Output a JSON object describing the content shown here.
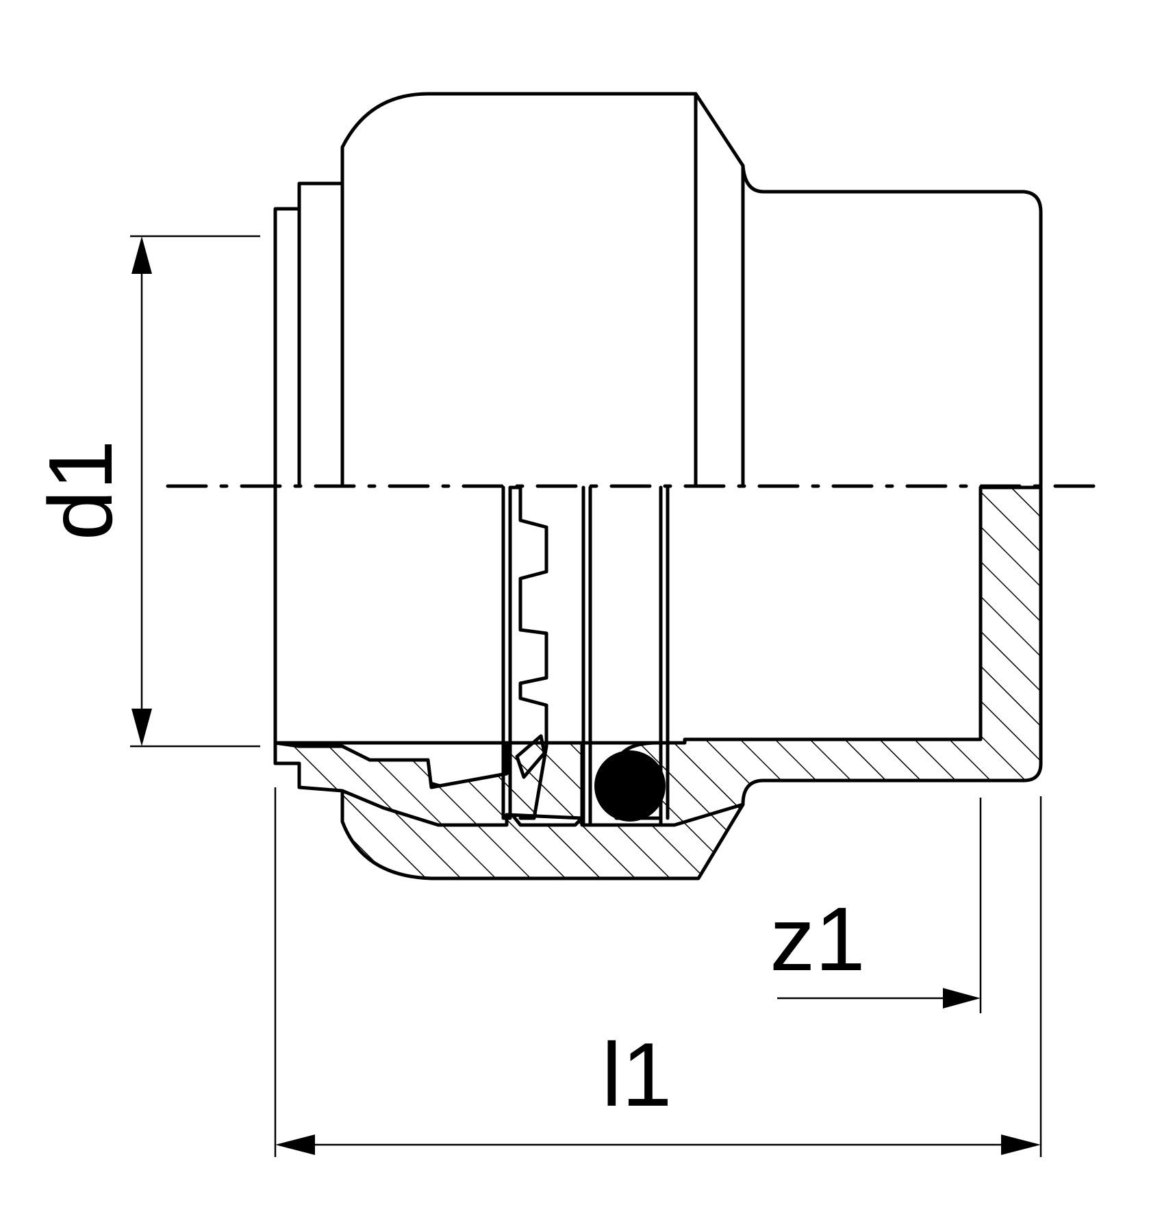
{
  "labels": {
    "d1": "d1",
    "z1": "z1",
    "l1": "l1"
  },
  "colors": {
    "line": "#000000",
    "background": "#ffffff"
  }
}
